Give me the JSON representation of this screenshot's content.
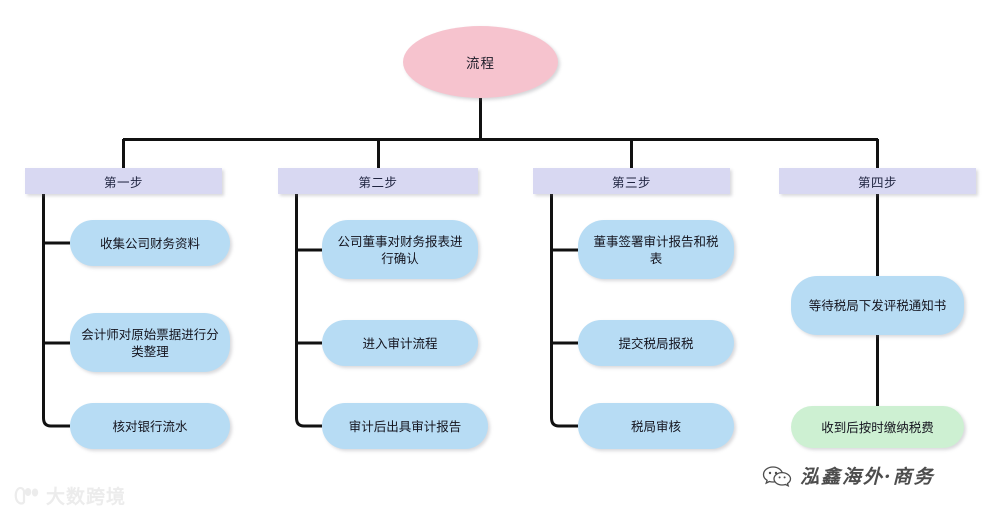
{
  "diagram": {
    "type": "org-chart",
    "root": {
      "label": "流程",
      "shape": "ellipse",
      "fill": "#f6c3ce"
    },
    "branches": [
      {
        "header": "第一步",
        "header_fill": "#d8d8f2",
        "items": [
          {
            "label": "收集公司财务资料",
            "fill": "#b7dcf4"
          },
          {
            "label": "会计师对原始票据进行分类整理",
            "fill": "#b7dcf4"
          },
          {
            "label": "核对银行流水",
            "fill": "#b7dcf4"
          }
        ]
      },
      {
        "header": "第二步",
        "header_fill": "#d8d8f2",
        "items": [
          {
            "label": "公司董事对财务报表进行确认",
            "fill": "#b7dcf4"
          },
          {
            "label": "进入审计流程",
            "fill": "#b7dcf4"
          },
          {
            "label": "审计后出具审计报告",
            "fill": "#b7dcf4"
          }
        ]
      },
      {
        "header": "第三步",
        "header_fill": "#d8d8f2",
        "items": [
          {
            "label": "董事签署审计报告和税表",
            "fill": "#b7dcf4"
          },
          {
            "label": "提交税局报税",
            "fill": "#b7dcf4"
          },
          {
            "label": "税局审核",
            "fill": "#b7dcf4"
          }
        ]
      },
      {
        "header": "第四步",
        "header_fill": "#d8d8f2",
        "items": [
          {
            "label": "等待税局下发评税通知书",
            "fill": "#b7dcf4"
          },
          {
            "label": "收到后按时缴纳税费",
            "fill": "#cdf0d2"
          }
        ]
      }
    ],
    "connector_color": "#111111"
  },
  "watermarks": {
    "left": {
      "text": "大数跨境",
      "icon": "paw-logo-icon",
      "color": "#ececec"
    },
    "right": {
      "text": "泓鑫海外·商务",
      "icon": "wechat-icon",
      "color": "#4d4d4d"
    }
  }
}
